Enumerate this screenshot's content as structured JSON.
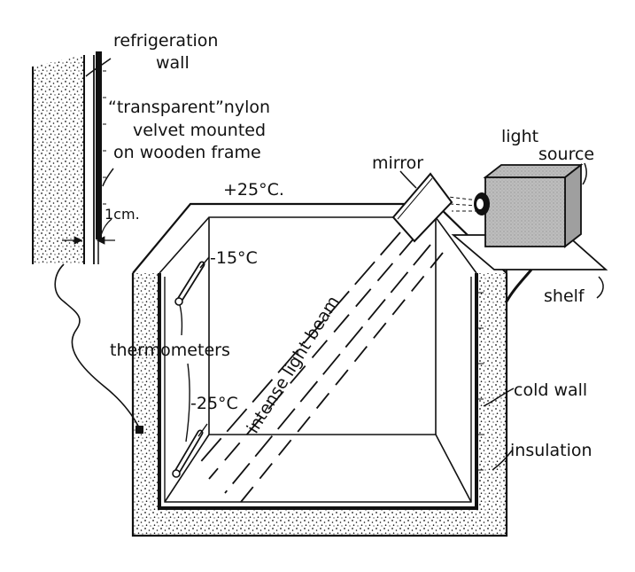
{
  "labels": {
    "refrigeration_wall_line1": "refrigeration",
    "refrigeration_wall_line2": "wall",
    "velvet_line1": "“transparent”nylon",
    "velvet_line2": "velvet mounted",
    "velvet_line3": "on wooden frame",
    "gap": "1cm.",
    "top_temp": "+25°C.",
    "upper_thermo_temp": "-15°C",
    "lower_thermo_temp": "-25°C",
    "thermometers": "thermometers",
    "mirror": "mirror",
    "light_source_line1": "light",
    "light_source_line2": "source",
    "shelf": "shelf",
    "beam": "intense light beam",
    "cold_wall": "cold wall",
    "insulation": "insulation"
  },
  "colors": {
    "ink": "#111111",
    "background": "#ffffff",
    "light_source_fill": "#b9b9b9"
  }
}
